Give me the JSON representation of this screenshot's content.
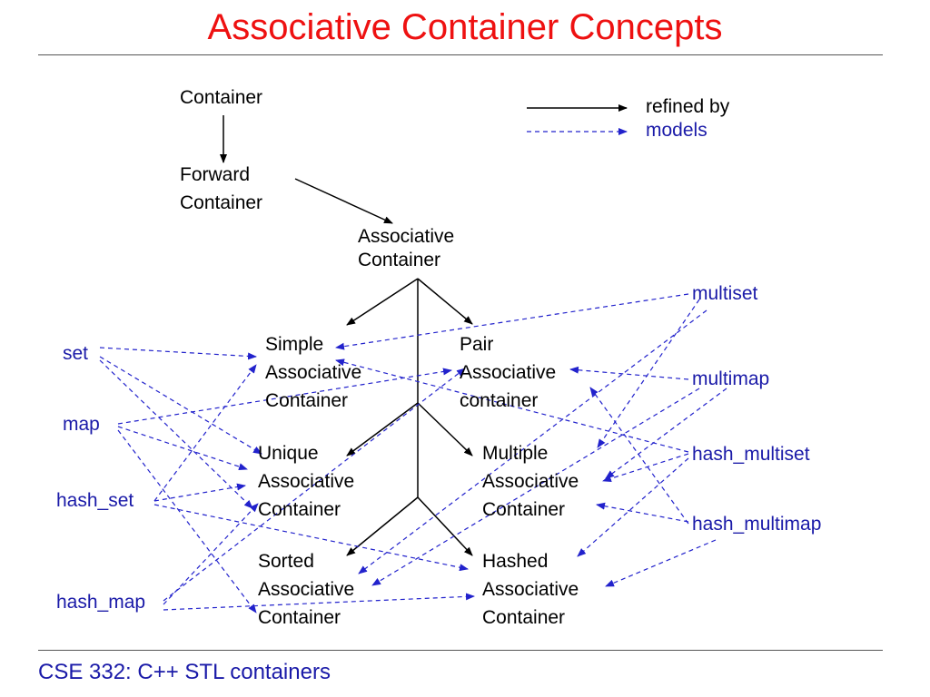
{
  "title": "Associative Container Concepts",
  "footer": "CSE 332: C++ STL containers",
  "legend": {
    "refined_by": "refined by",
    "models": "models"
  },
  "concepts": {
    "container": "Container",
    "forward_container": [
      "Forward",
      "Container"
    ],
    "associative_container": [
      "Associative",
      "Container"
    ],
    "simple_associative": [
      "Simple",
      "Associative",
      "Container"
    ],
    "pair_associative": [
      "Pair",
      "Associative",
      "container"
    ],
    "unique_associative": [
      "Unique",
      "Associative",
      "Container"
    ],
    "multiple_associative": [
      "Multiple",
      "Associative",
      "Container"
    ],
    "sorted_associative": [
      "Sorted",
      "Associative",
      "Container"
    ],
    "hashed_associative": [
      "Hashed",
      "Associative",
      "Container"
    ]
  },
  "models": {
    "left": [
      "set",
      "map",
      "hash_set",
      "hash_map"
    ],
    "right": [
      "multiset",
      "multimap",
      "hash_multiset",
      "hash_multimap"
    ]
  },
  "colors": {
    "title": "#ee1111",
    "models": "#1a1aa8",
    "refined_by": "#000000",
    "footer": "#1a1aa8"
  }
}
